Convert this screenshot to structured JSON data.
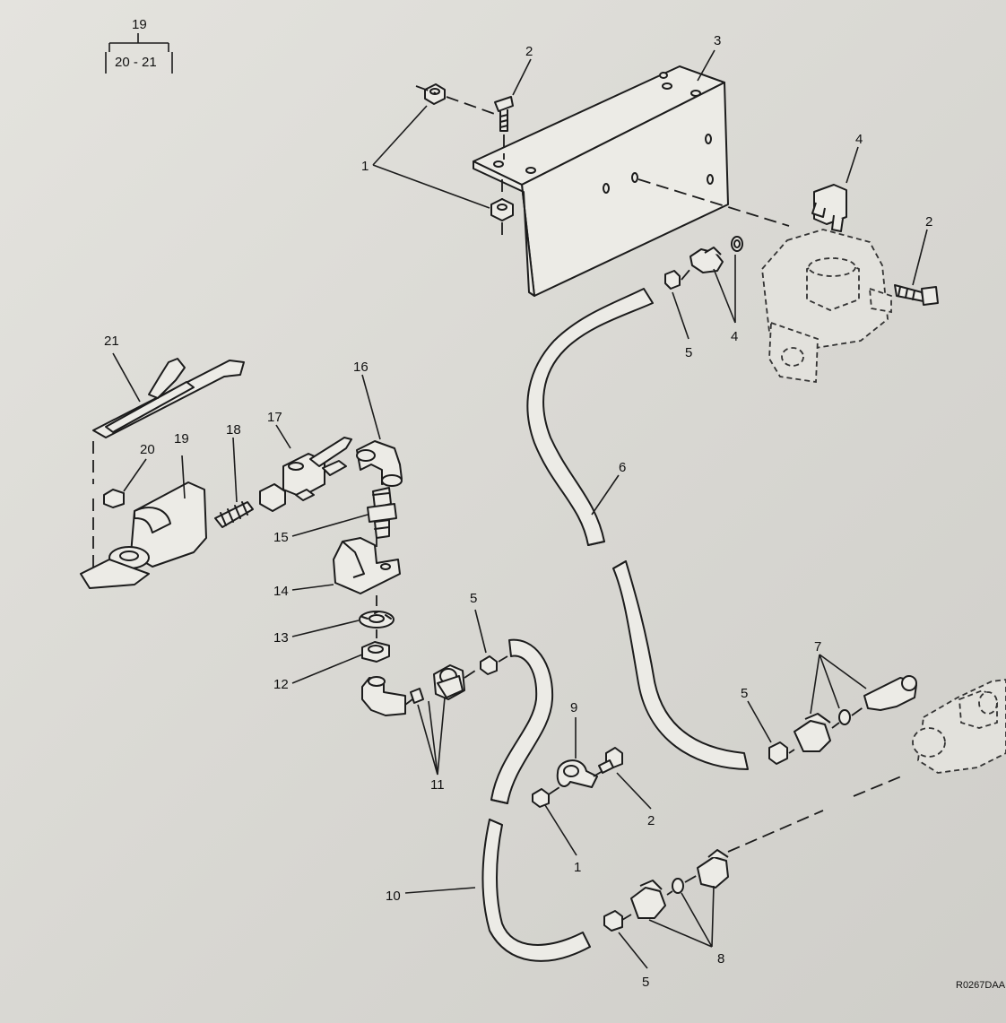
{
  "header": {
    "top_num": "19",
    "box_label": "20 - 21"
  },
  "callouts": [
    {
      "id": "c3",
      "label": "3"
    },
    {
      "id": "c2a",
      "label": "2"
    },
    {
      "id": "c1a",
      "label": "1"
    },
    {
      "id": "c4a",
      "label": "4"
    },
    {
      "id": "c2b",
      "label": "2"
    },
    {
      "id": "c5a",
      "label": "5"
    },
    {
      "id": "c4b",
      "label": "4"
    },
    {
      "id": "c21",
      "label": "21"
    },
    {
      "id": "c16",
      "label": "16"
    },
    {
      "id": "c17",
      "label": "17"
    },
    {
      "id": "c18",
      "label": "18"
    },
    {
      "id": "c20",
      "label": "20"
    },
    {
      "id": "c19",
      "label": "19"
    },
    {
      "id": "c6",
      "label": "6"
    },
    {
      "id": "c15",
      "label": "15"
    },
    {
      "id": "c14",
      "label": "14"
    },
    {
      "id": "c13",
      "label": "13"
    },
    {
      "id": "c5b",
      "label": "5"
    },
    {
      "id": "c12",
      "label": "12"
    },
    {
      "id": "c7",
      "label": "7"
    },
    {
      "id": "c9",
      "label": "9"
    },
    {
      "id": "c5c",
      "label": "5"
    },
    {
      "id": "c11",
      "label": "11"
    },
    {
      "id": "c2c",
      "label": "2"
    },
    {
      "id": "c1b",
      "label": "1"
    },
    {
      "id": "c10",
      "label": "10"
    },
    {
      "id": "c8",
      "label": "8"
    },
    {
      "id": "c5d",
      "label": "5"
    }
  ],
  "figure_code": "R0267DAA"
}
